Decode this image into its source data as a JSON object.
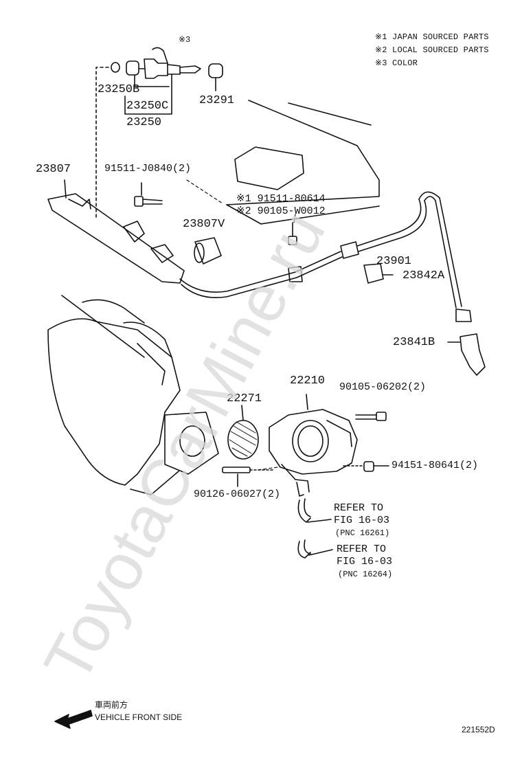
{
  "notes": [
    "※1 JAPAN SOURCED PARTS",
    "※2 LOCAL SOURCED PARTS",
    "※3 COLOR"
  ],
  "color_mark": "※3",
  "parts": {
    "p23250B": "23250B",
    "p23250C": "23250C",
    "p23250": "23250",
    "p23291": "23291",
    "p23807": "23807",
    "p91511J": "91511-J0840(2)",
    "p91511_80614": "※1 91511-80614",
    "p90105_W0012": "※2 90105-W0012",
    "p23807V": "23807V",
    "p23901": "23901",
    "p23842A": "23842A",
    "p23841B": "23841B",
    "p22210": "22210",
    "p22271": "22271",
    "p90105_06202": "90105-06202(2)",
    "p94151": "94151-80641(2)",
    "p90126": "90126-06027(2)"
  },
  "refer1": {
    "line1": "REFER TO",
    "line2": "FIG 16-03",
    "line3": "(PNC 16261)"
  },
  "refer2": {
    "line1": "REFER TO",
    "line2": "FIG 16-03",
    "line3": "(PNC 16264)"
  },
  "direction": {
    "jp": "車両前方",
    "en": "VEHICLE FRONT SIDE"
  },
  "figure_id": "221552D",
  "watermark": "ToyotaCarMine.ru",
  "colors": {
    "ink": "#111111",
    "watermark": "#d8d8d8"
  }
}
